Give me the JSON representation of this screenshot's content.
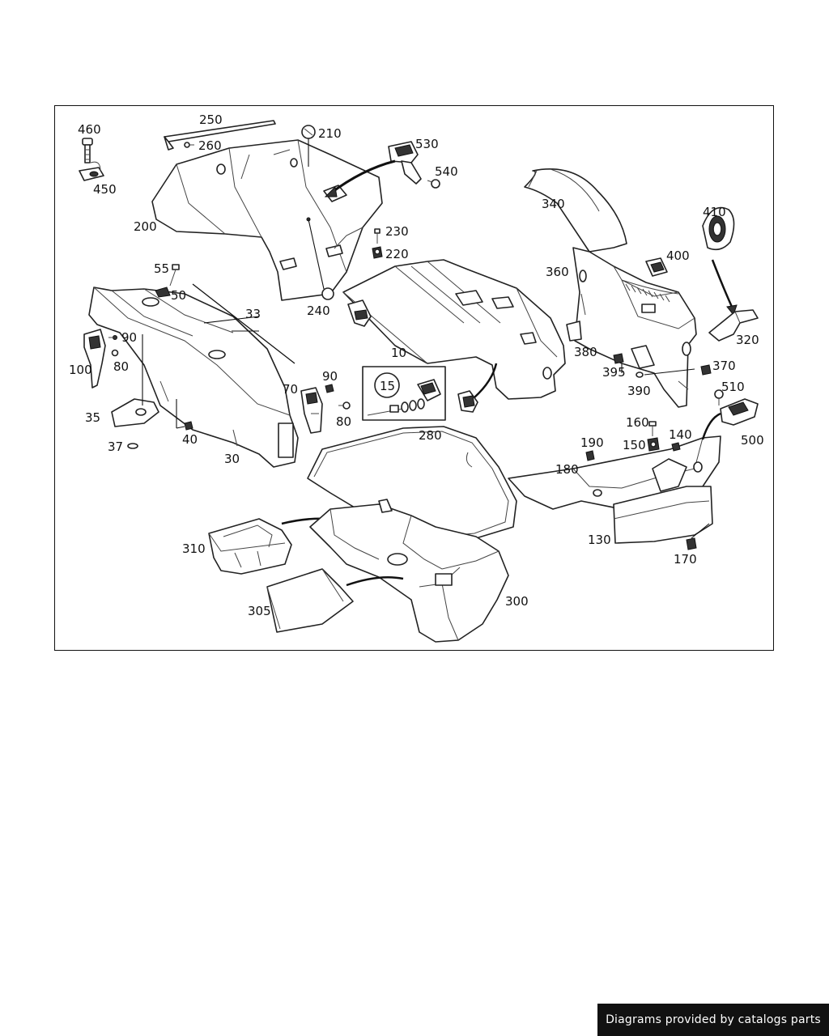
{
  "diagram": {
    "callouts": [
      {
        "id": "c460",
        "text": "460"
      },
      {
        "id": "c450",
        "text": "450"
      },
      {
        "id": "c250",
        "text": "250"
      },
      {
        "id": "c260",
        "text": "260"
      },
      {
        "id": "c210",
        "text": "210"
      },
      {
        "id": "c530",
        "text": "530"
      },
      {
        "id": "c540",
        "text": "540"
      },
      {
        "id": "c200",
        "text": "200"
      },
      {
        "id": "c230",
        "text": "230"
      },
      {
        "id": "c220",
        "text": "220"
      },
      {
        "id": "c240",
        "text": "240"
      },
      {
        "id": "c340",
        "text": "340"
      },
      {
        "id": "c410",
        "text": "410"
      },
      {
        "id": "c400",
        "text": "400"
      },
      {
        "id": "c360",
        "text": "360"
      },
      {
        "id": "c320",
        "text": "320"
      },
      {
        "id": "c380",
        "text": "380"
      },
      {
        "id": "c395",
        "text": "395"
      },
      {
        "id": "c370",
        "text": "370"
      },
      {
        "id": "c390",
        "text": "390"
      },
      {
        "id": "c510",
        "text": "510"
      },
      {
        "id": "c500",
        "text": "500"
      },
      {
        "id": "c55",
        "text": "55"
      },
      {
        "id": "c50",
        "text": "50"
      },
      {
        "id": "c33",
        "text": "33"
      },
      {
        "id": "c10",
        "text": "10"
      },
      {
        "id": "c90a",
        "text": "90"
      },
      {
        "id": "c100",
        "text": "100"
      },
      {
        "id": "c80a",
        "text": "80"
      },
      {
        "id": "c90b",
        "text": "90"
      },
      {
        "id": "c70",
        "text": "70"
      },
      {
        "id": "c80b",
        "text": "80"
      },
      {
        "id": "c15",
        "text": "15"
      },
      {
        "id": "c35",
        "text": "35"
      },
      {
        "id": "c37",
        "text": "37"
      },
      {
        "id": "c40",
        "text": "40"
      },
      {
        "id": "c30",
        "text": "30"
      },
      {
        "id": "c280",
        "text": "280"
      },
      {
        "id": "c160",
        "text": "160"
      },
      {
        "id": "c140",
        "text": "140"
      },
      {
        "id": "c190",
        "text": "190"
      },
      {
        "id": "c150",
        "text": "150"
      },
      {
        "id": "c180",
        "text": "180"
      },
      {
        "id": "c130",
        "text": "130"
      },
      {
        "id": "c170",
        "text": "170"
      },
      {
        "id": "c310",
        "text": "310"
      },
      {
        "id": "c300",
        "text": "300"
      },
      {
        "id": "c305",
        "text": "305"
      }
    ]
  },
  "footer": {
    "credit": "Diagrams provided by catalogs parts"
  }
}
